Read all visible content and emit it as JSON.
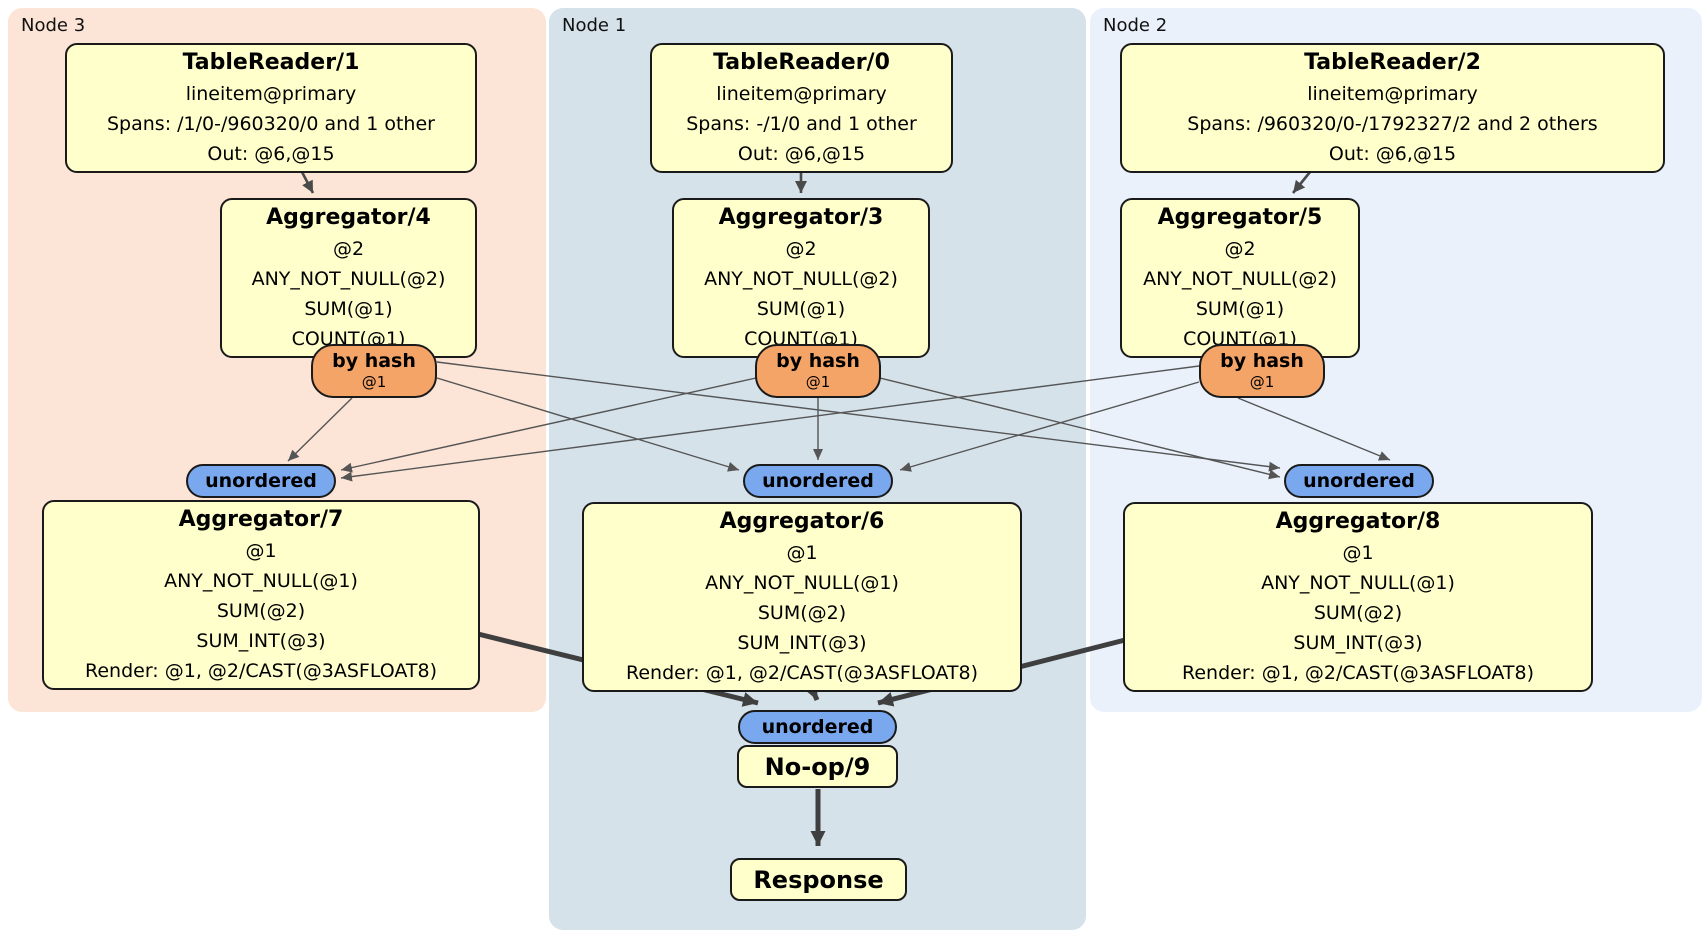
{
  "regions": {
    "node3": {
      "label": "Node 3"
    },
    "node1": {
      "label": "Node 1"
    },
    "node2": {
      "label": "Node 2"
    }
  },
  "nodes": {
    "tablereader1": {
      "title": "TableReader/1",
      "lines": [
        "lineitem@primary",
        "Spans: /1/0-/960320/0 and 1 other",
        "Out: @6,@15"
      ]
    },
    "tablereader0": {
      "title": "TableReader/0",
      "lines": [
        "lineitem@primary",
        "Spans: -/1/0 and 1 other",
        "Out: @6,@15"
      ]
    },
    "tablereader2": {
      "title": "TableReader/2",
      "lines": [
        "lineitem@primary",
        "Spans: /960320/0-/1792327/2 and 2 others",
        "Out: @6,@15"
      ]
    },
    "aggregator4": {
      "title": "Aggregator/4",
      "lines": [
        "@2",
        "ANY_NOT_NULL(@2)",
        "SUM(@1)",
        "COUNT(@1)"
      ]
    },
    "aggregator3": {
      "title": "Aggregator/3",
      "lines": [
        "@2",
        "ANY_NOT_NULL(@2)",
        "SUM(@1)",
        "COUNT(@1)"
      ]
    },
    "aggregator5": {
      "title": "Aggregator/5",
      "lines": [
        "@2",
        "ANY_NOT_NULL(@2)",
        "SUM(@1)",
        "COUNT(@1)"
      ]
    },
    "aggregator7": {
      "title": "Aggregator/7",
      "lines": [
        "@1",
        "ANY_NOT_NULL(@1)",
        "SUM(@2)",
        "SUM_INT(@3)",
        "Render: @1, @2/CAST(@3ASFLOAT8)"
      ]
    },
    "aggregator6": {
      "title": "Aggregator/6",
      "lines": [
        "@1",
        "ANY_NOT_NULL(@1)",
        "SUM(@2)",
        "SUM_INT(@3)",
        "Render: @1, @2/CAST(@3ASFLOAT8)"
      ]
    },
    "aggregator8": {
      "title": "Aggregator/8",
      "lines": [
        "@1",
        "ANY_NOT_NULL(@1)",
        "SUM(@2)",
        "SUM_INT(@3)",
        "Render: @1, @2/CAST(@3ASFLOAT8)"
      ]
    },
    "noop9": {
      "title": "No-op/9"
    },
    "response": {
      "title": "Response"
    }
  },
  "routers": {
    "node3": {
      "label": "by hash",
      "detail": "@1"
    },
    "node1": {
      "label": "by hash",
      "detail": "@1"
    },
    "node2": {
      "label": "by hash",
      "detail": "@1"
    }
  },
  "syncs": {
    "node3": {
      "label": "unordered"
    },
    "node1": {
      "label": "unordered"
    },
    "node2": {
      "label": "unordered"
    },
    "final": {
      "label": "unordered"
    }
  },
  "colors": {
    "region-node3-bg": "#fce4d6",
    "region-node1-bg": "#d5e2ea",
    "region-node2-bg": "#eaf1fb",
    "box-fill": "#ffffcc",
    "box-border": "#1a1a1a",
    "router-fill": "#f5a468",
    "sync-fill": "#7aa8ef",
    "edge-thin": "#555555",
    "edge-thick": "#3f3f3f",
    "text": "#000000"
  }
}
